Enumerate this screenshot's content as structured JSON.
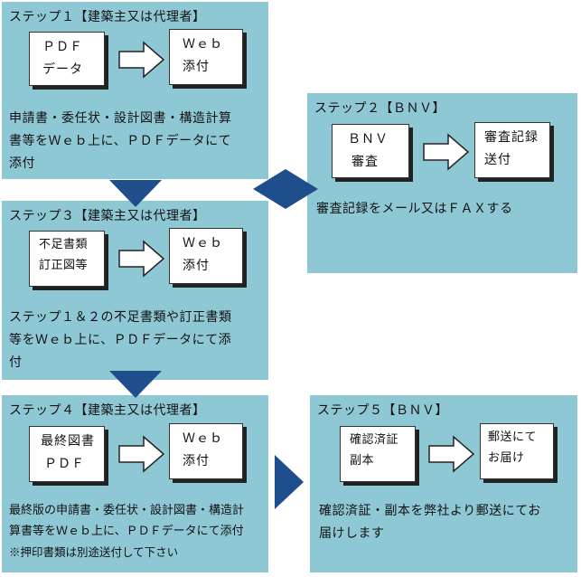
{
  "colors": {
    "panel_bg": "#8fc8d5",
    "connector": "#1f4e8c"
  },
  "steps": [
    {
      "title": "ステップ１【建築主又は代理者】",
      "box1": [
        "ＰＤＦ",
        "データ"
      ],
      "box2": [
        "Ｗｅｂ",
        "添付"
      ],
      "desc": [
        "申請書・委任状・設計図書・構造計算",
        "書等をＷｅｂ上に、ＰＤＦデータにて",
        "添付"
      ]
    },
    {
      "title": "ステップ２【ＢＮＶ】",
      "box1": [
        "ＢＮＶ",
        "審査"
      ],
      "box2": [
        "審査記録",
        "送付"
      ],
      "desc": [
        "審査記録をメール又はＦＡＸする"
      ]
    },
    {
      "title": "ステップ３【建築主又は代理者】",
      "box1": [
        "不足書類",
        "訂正図等"
      ],
      "box2": [
        "Ｗｅｂ",
        "添付"
      ],
      "desc": [
        "ステップ１＆２の不足書類や訂正書類",
        "等をＷｅｂ上に、ＰＤＦデータにて添",
        "付"
      ]
    },
    {
      "title": "ステップ４【建築主又は代理者】",
      "box1": [
        "最終図書",
        "ＰＤＦ"
      ],
      "box2": [
        "Ｗｅｂ",
        "添付"
      ],
      "desc": [
        "最終版の申請書・委任状・設計図書・構造計",
        "算書等をＷｅｂ上に、ＰＤＦデータにて添付"
      ],
      "note": "※押印書類は別途送付して下さい"
    },
    {
      "title": "ステップ５【ＢＮＶ】",
      "box1": [
        "確認済証",
        "副本"
      ],
      "box2": [
        "郵送にて",
        "お届け"
      ],
      "desc": [
        "確認済証・副本を弊社より郵送にてお",
        "届けします"
      ]
    }
  ]
}
